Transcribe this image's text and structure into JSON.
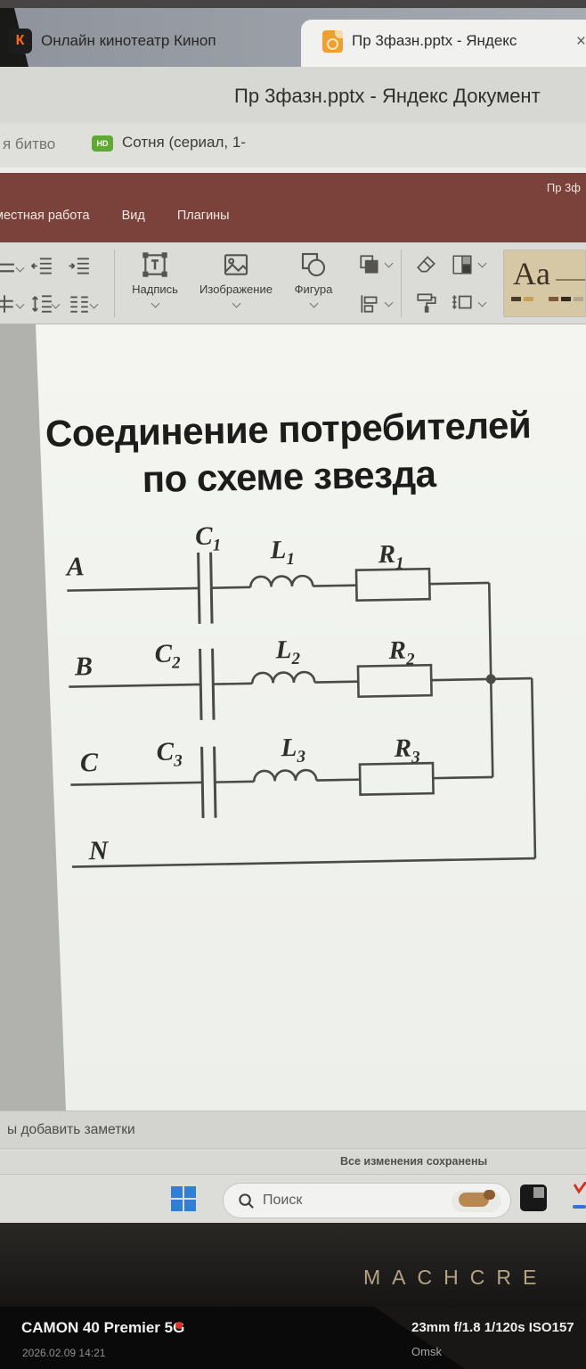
{
  "browser": {
    "tabs": [
      {
        "label": "Онлайн кинотеатр Киноп",
        "icon": "kinopoisk",
        "icon_letter": "К"
      },
      {
        "label": "Пр 3фазн.pptx - Яндекс",
        "icon": "yandex-docs",
        "close": "×"
      }
    ],
    "title_bar": "Пр 3фазн.pptx - Яндекс Документ",
    "bookmarks": {
      "partial_left": "я битво",
      "hd_badge": "HD",
      "series": "Сотня (сериал, 1-"
    }
  },
  "menu_bar": {
    "doc_name": "Пр 3ф",
    "items": [
      "местная работа",
      "Вид",
      "Плагины"
    ]
  },
  "toolbar": {
    "buttons": [
      {
        "label": "Надпись"
      },
      {
        "label": "Изображение"
      },
      {
        "label": "Фигура"
      }
    ],
    "theme": {
      "preview": "Aa",
      "dash_styles": [
        "background:#4a3a2c",
        "background:#c8a05c",
        "background:#d8c8a0",
        "background:#7a5a38",
        "background:#352a20",
        "background:#b0a890"
      ]
    }
  },
  "slide": {
    "title_line1": "Соединение потребителей",
    "title_line2": "по схеме звезда",
    "circuit": {
      "neutral_label": "N",
      "rows": [
        {
          "phase": "A",
          "cap": {
            "sym": "C",
            "sub": "1"
          },
          "ind": {
            "sym": "L",
            "sub": "1"
          },
          "res": {
            "sym": "R",
            "sub": "1"
          }
        },
        {
          "phase": "B",
          "cap": {
            "sym": "C",
            "sub": "2"
          },
          "ind": {
            "sym": "L",
            "sub": "2"
          },
          "res": {
            "sym": "R",
            "sub": "2"
          }
        },
        {
          "phase": "C",
          "cap": {
            "sym": "C",
            "sub": "3"
          },
          "ind": {
            "sym": "L",
            "sub": "3"
          },
          "res": {
            "sym": "R",
            "sub": "3"
          }
        }
      ]
    }
  },
  "notes": {
    "placeholder": "ы добавить заметки"
  },
  "status": {
    "saved": "Все изменения сохранены"
  },
  "taskbar": {
    "search_placeholder": "Поиск"
  },
  "device": {
    "logo": "MACHCRE"
  },
  "watermark": {
    "phone": "CAMON 40 Premier 5G",
    "datetime": "2026.02.09 14:21",
    "exif": "23mm f/1.8 1/120s ISO157",
    "location": "Omsk"
  }
}
